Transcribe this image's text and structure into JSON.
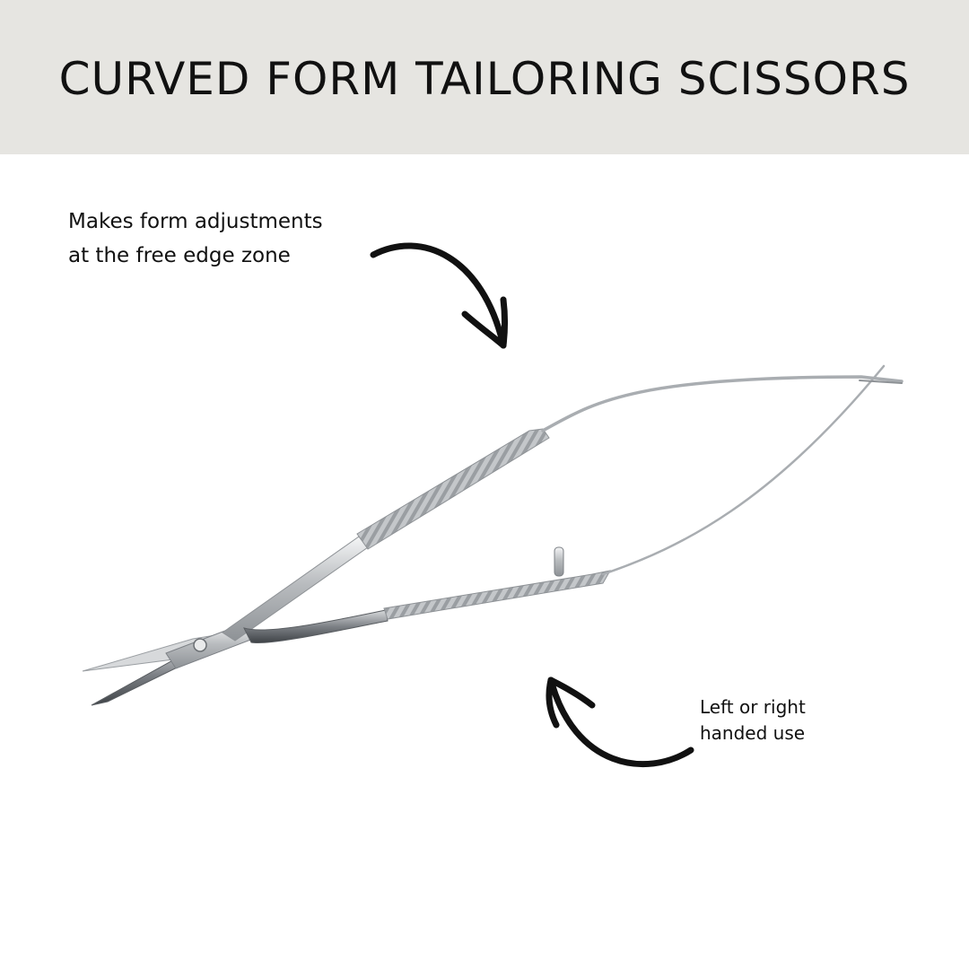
{
  "header": {
    "title": "CURVED FORM TAILORING SCISSORS",
    "background": "#e6e5e1"
  },
  "callouts": {
    "top": {
      "line1": "Makes form adjustments",
      "line2": "at the free edge zone"
    },
    "bottom": {
      "line1": "Left or right",
      "line2": "handed use"
    }
  },
  "product": {
    "icon": "spring-scissors-icon",
    "metal_color": "#c9cbcd"
  }
}
